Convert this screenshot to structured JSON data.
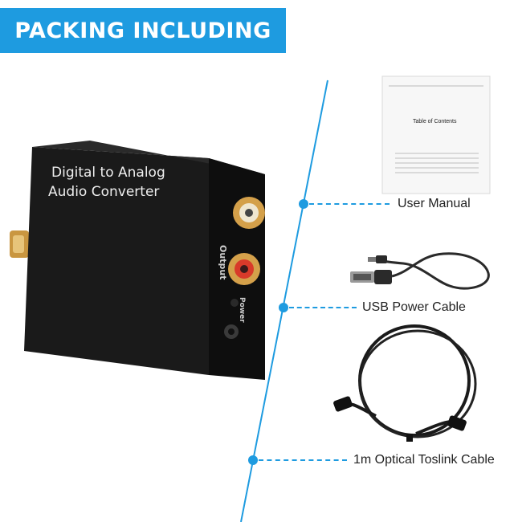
{
  "header": {
    "title": "PACKING INCLUDING"
  },
  "device": {
    "label_line1": "Digital to Analog",
    "label_line2": "Audio Converter",
    "output_label": "Output",
    "power_label": "Power"
  },
  "manual": {
    "heading": "Table of Contents"
  },
  "items": [
    {
      "label": "User Manual"
    },
    {
      "label": "USB Power Cable"
    },
    {
      "label": "1m Optical Toslink Cable"
    }
  ],
  "colors": {
    "accent": "#1e9be0",
    "device": "#141414",
    "gold": "#d4a04a"
  }
}
